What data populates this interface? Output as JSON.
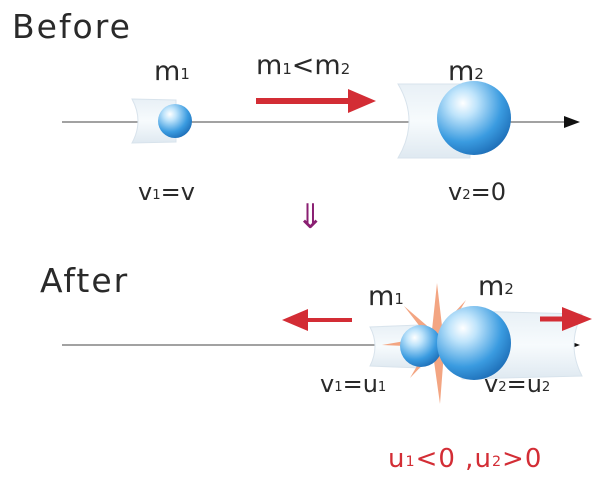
{
  "before": {
    "heading": "Before",
    "m1_base": "m",
    "m1_sub": "1",
    "m2_base": "m",
    "m2_sub": "2",
    "comparison": {
      "a": "m",
      "a_sub": "1",
      "op": "<",
      "b": "m",
      "b_sub": "2"
    },
    "v1": {
      "base": "v",
      "sub": "1",
      "rhs": "=v"
    },
    "v2": {
      "base": "v",
      "sub": "2",
      "rhs": "=0"
    }
  },
  "implies_symbol": "⇓",
  "after": {
    "heading": "After",
    "m1_base": "m",
    "m1_sub": "1",
    "m2_base": "m",
    "m2_sub": "2",
    "v1": {
      "base": "v",
      "sub": "1",
      "mid": "=u",
      "sub2": "1"
    },
    "v2": {
      "base": "v",
      "sub": "2",
      "mid": "=u",
      "sub2": "2"
    }
  },
  "result": {
    "a": "u",
    "a_sub": "1",
    "a_rel": "<0 ,",
    "b": "u",
    "b_sub": "2",
    "b_rel": ">0"
  },
  "colors": {
    "arrow_red": "#d32d35",
    "implies": "#8a1f72",
    "burst": "#f2a07b",
    "ball_blue": "#2b8fd8",
    "axis": "#444444"
  }
}
